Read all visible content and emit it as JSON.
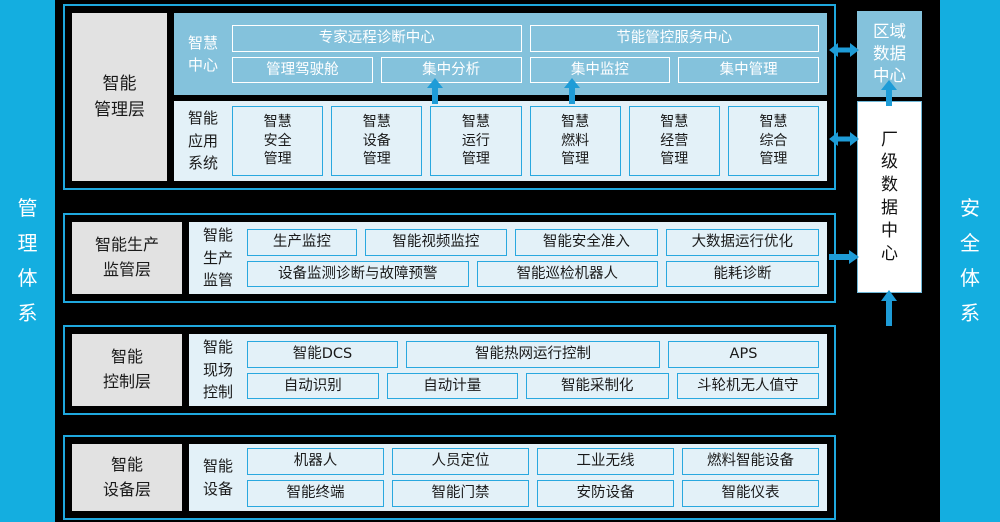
{
  "rails": {
    "left": {
      "label": "管理体系",
      "color": "#14AEE0"
    },
    "right": {
      "label": "安全体系",
      "color": "#14AEE0"
    }
  },
  "accent_colors": {
    "rail_blue": "#14AEE0",
    "chip_border": "#29A8DF",
    "layer_border": "#1FA8DE",
    "center_row_bg": "#84C2DC",
    "app_row_bg": "#E3F1F8",
    "layer_label_bg": "#E2E2E2",
    "arrow_blue": "#1E9CD7",
    "background": "#000000"
  },
  "layers": [
    {
      "id": "manage",
      "label": "智能\n管理层",
      "rows": [
        {
          "id": "center",
          "title": "智慧\n中心",
          "style": "center",
          "lines": [
            [
              "专家远程诊断中心",
              "节能管控服务中心"
            ],
            [
              "管理驾驶舱",
              "集中分析",
              "集中监控",
              "集中管理"
            ]
          ]
        },
        {
          "id": "apps",
          "title": "智能\n应用\n系统",
          "style": "app",
          "lines": [
            [
              "智慧\n安全\n管理",
              "智慧\n设备\n管理",
              "智慧\n运行\n管理",
              "智慧\n燃料\n管理",
              "智慧\n经营\n管理",
              "智慧\n综合\n管理"
            ]
          ]
        }
      ]
    },
    {
      "id": "monitor",
      "label": "智能生产\n监管层",
      "rows": [
        {
          "id": "monitor-body",
          "title": "智能\n生产\n监管",
          "style": "plain",
          "lines": [
            [
              "生产监控",
              "智能视频监控",
              "智能安全准入",
              "大数据运行优化"
            ],
            [
              "设备监测诊断与故障预警",
              "智能巡检机器人",
              "能耗诊断"
            ]
          ]
        }
      ]
    },
    {
      "id": "control",
      "label": "智能\n控制层",
      "rows": [
        {
          "id": "control-body",
          "title": "智能\n现场\n控制",
          "style": "plain",
          "lines": [
            [
              "智能DCS",
              "智能热网运行控制",
              "APS"
            ],
            [
              "自动识别",
              "自动计量",
              "智能采制化",
              "斗轮机无人值守"
            ]
          ]
        }
      ]
    },
    {
      "id": "device",
      "label": "智能\n设备层",
      "rows": [
        {
          "id": "device-body",
          "title": "智能\n设备",
          "style": "plain",
          "lines": [
            [
              "机器人",
              "人员定位",
              "工业无线",
              "燃料智能设备"
            ],
            [
              "智能终端",
              "智能门禁",
              "安防设备",
              "智能仪表"
            ]
          ]
        }
      ]
    }
  ],
  "data_center": {
    "region": "区域\n数据\n中心",
    "plant": "厂\n级\n数\n据\n中\n心"
  }
}
